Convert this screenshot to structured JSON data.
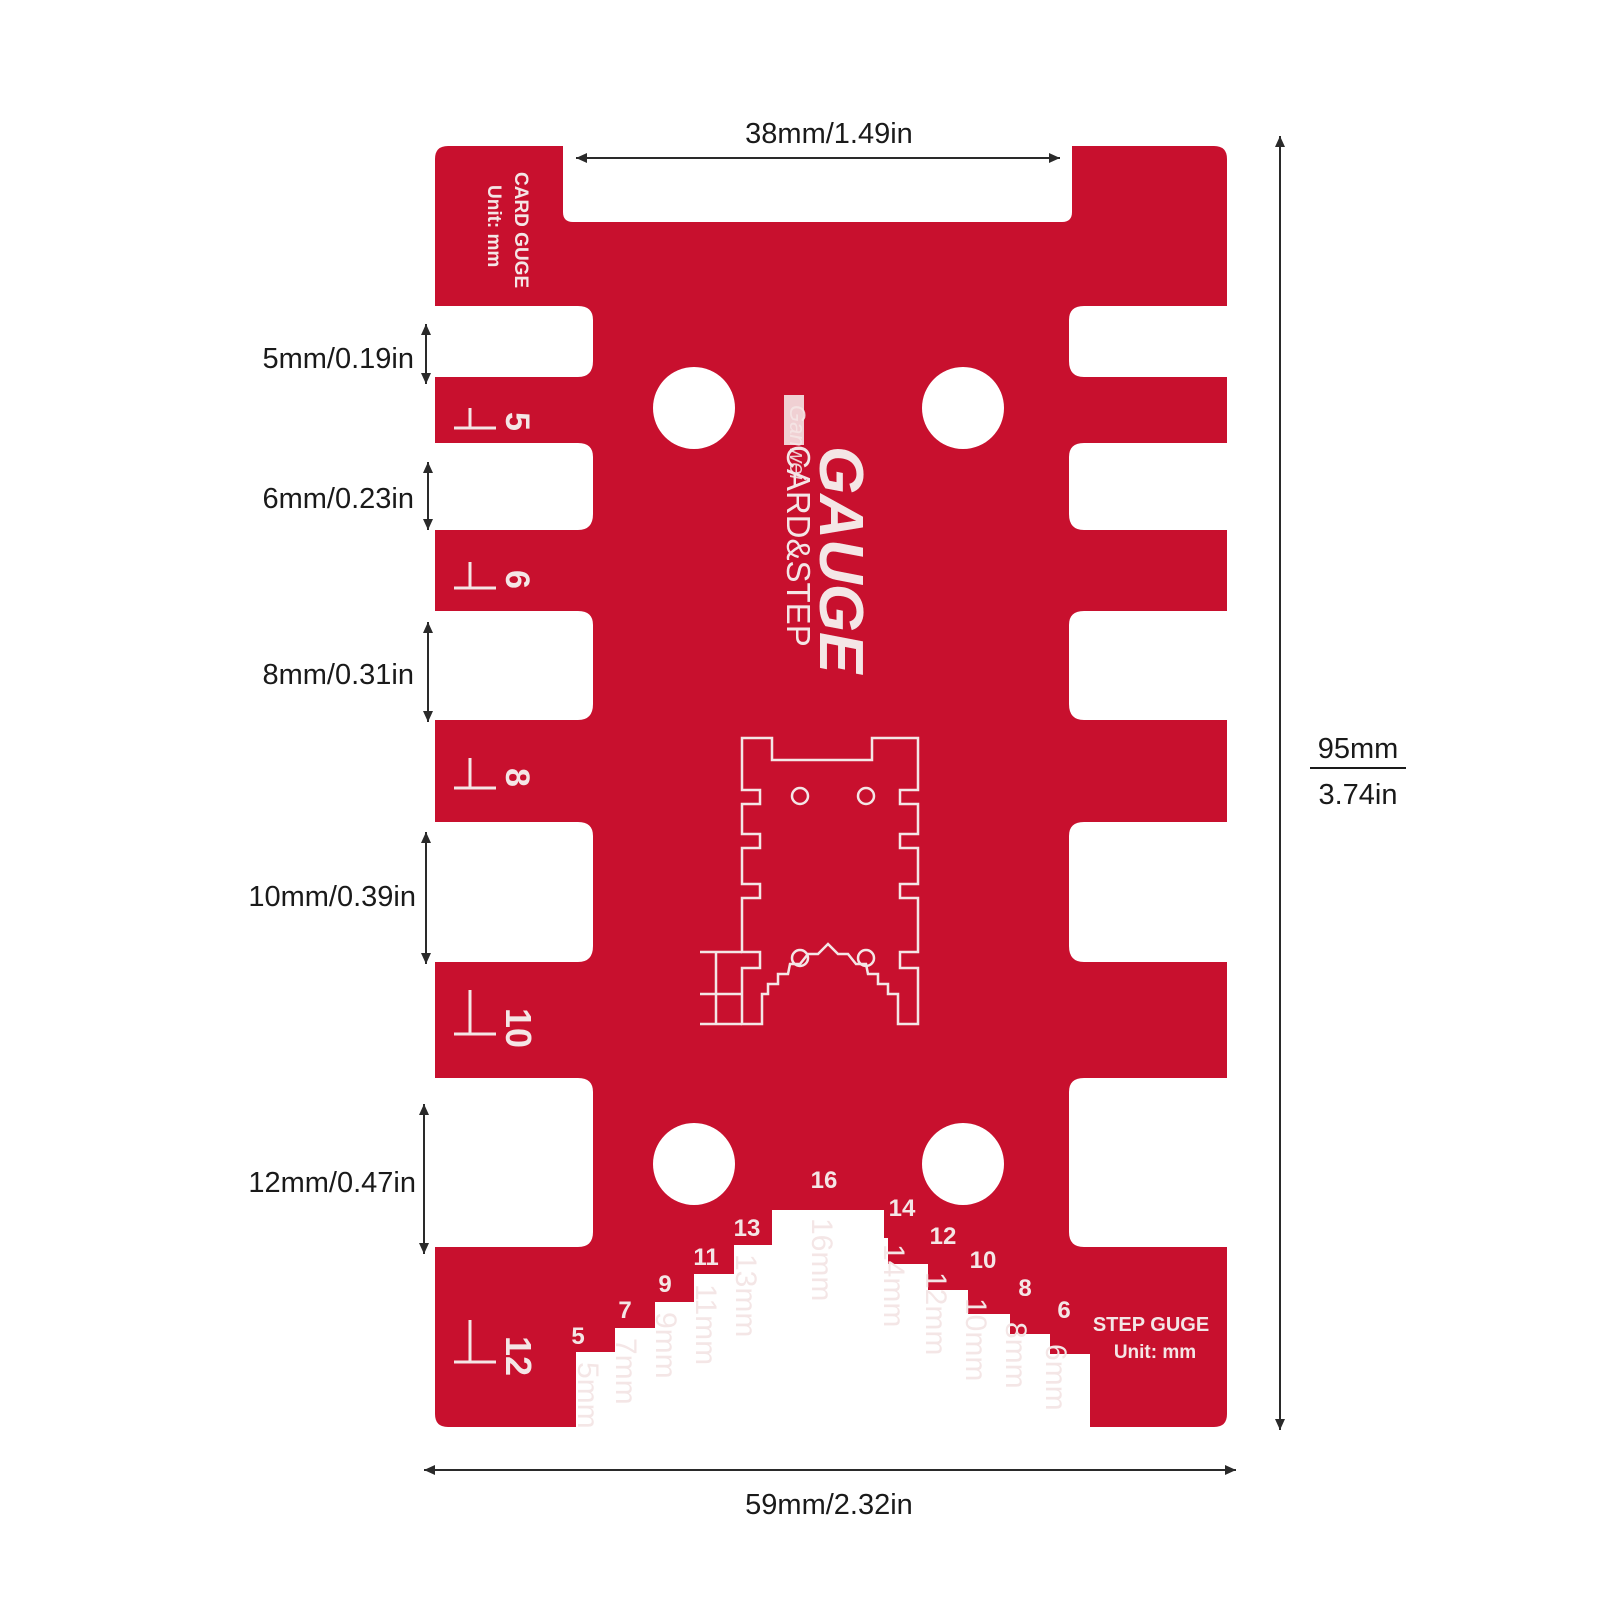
{
  "colors": {
    "gauge_red": "#c8102e",
    "engraving": "#f4e6e6",
    "dimension_text": "#1a1a1a"
  },
  "dimensions": {
    "top_gap": "38mm/1.49in",
    "bottom_width": "59mm/2.32in",
    "height_mm": "95mm",
    "height_in": "3.74in",
    "slots": [
      "5mm/0.19in",
      "6mm/0.23in",
      "8mm/0.31in",
      "10mm/0.39in",
      "12mm/0.47in"
    ]
  },
  "gauge": {
    "card_label": "CARD GUGE",
    "card_unit": "Unit: mm",
    "brand": "Ganwei",
    "title": "GAUGE",
    "subtitle": "CARD&STEP",
    "tab_numbers": [
      "5",
      "6",
      "8",
      "10",
      "12"
    ],
    "step_numbers": [
      "5",
      "7",
      "9",
      "11",
      "13",
      "16",
      "14",
      "12",
      "10",
      "8",
      "6"
    ],
    "step_mm": [
      "5mm",
      "7mm",
      "9mm",
      "11mm",
      "13mm",
      "16mm",
      "14mm",
      "12mm",
      "10mm",
      "8mm",
      "6mm"
    ],
    "step_label": "STEP GUGE",
    "step_unit": "Unit: mm"
  }
}
